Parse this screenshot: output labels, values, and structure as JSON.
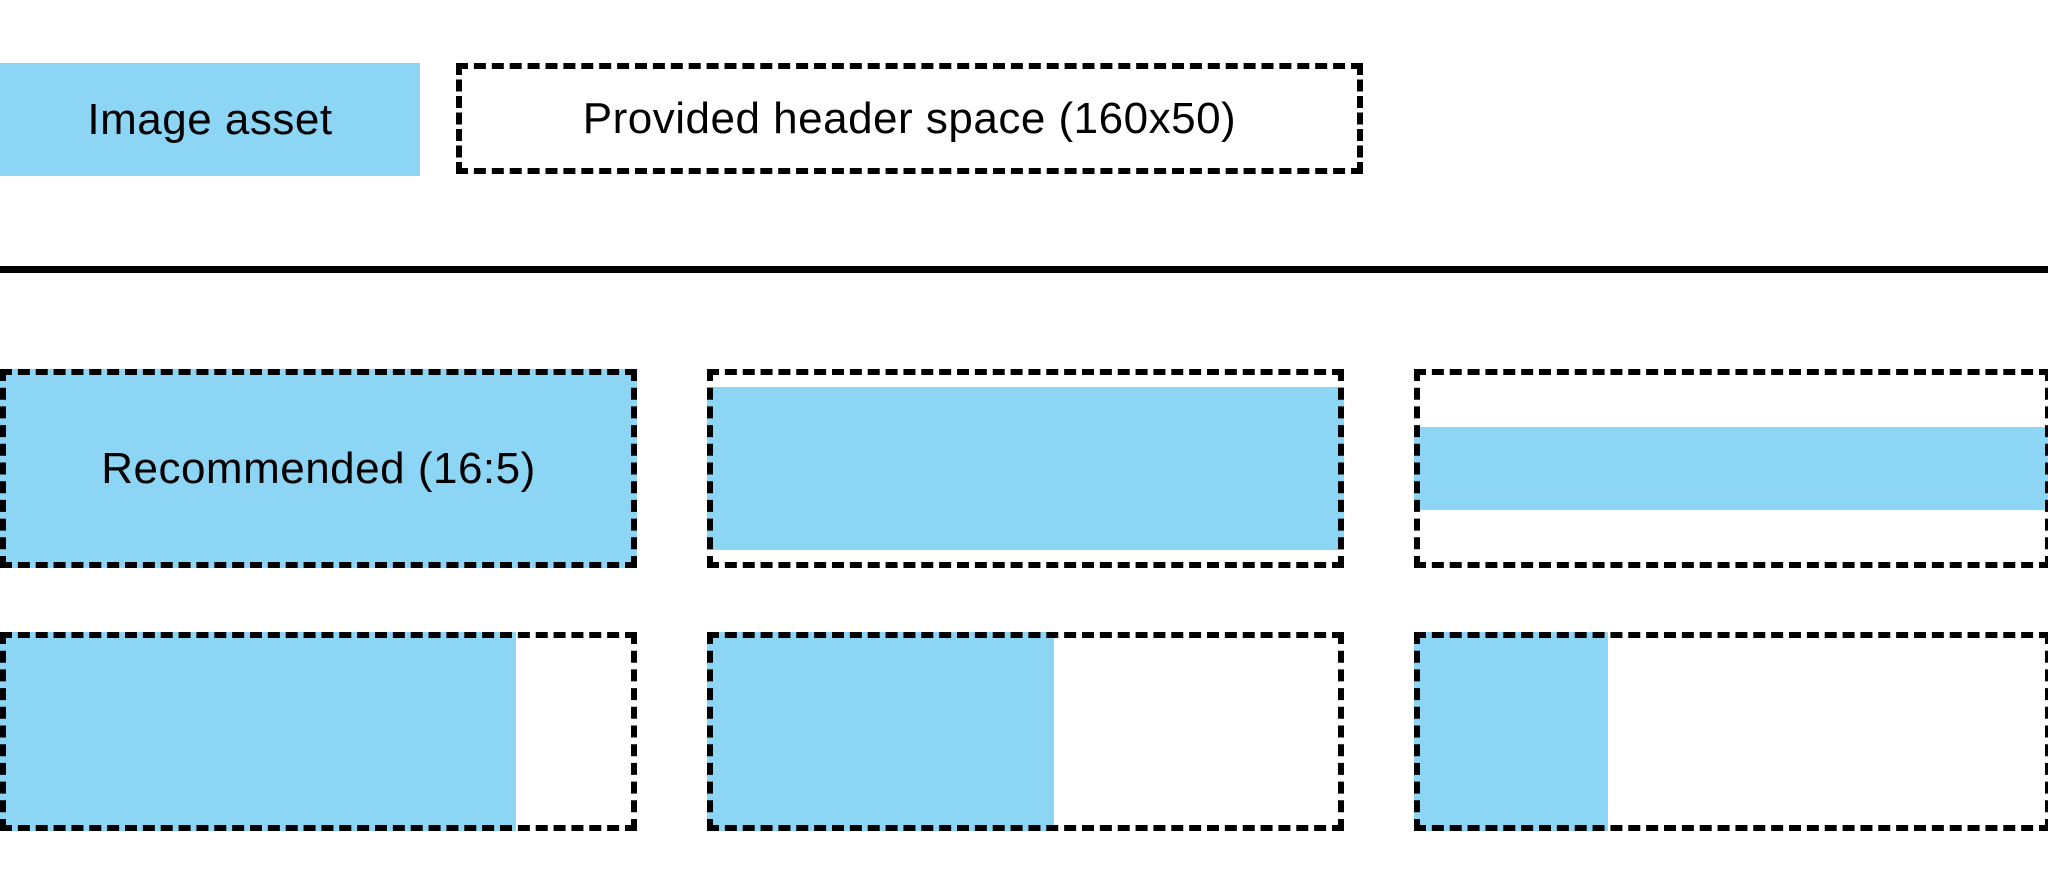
{
  "colors": {
    "asset_blue": "#8DD5F5",
    "line_black": "#000000"
  },
  "legend": {
    "asset_label": "Image asset",
    "header_space_label": "Provided header space (160x50)"
  },
  "examples": [
    {
      "name": "recommended-16-5",
      "label": "Recommended (16:5)",
      "fill": {
        "width_pct": 100,
        "height_pct": 100,
        "h_align": "left",
        "v_align": "middle"
      }
    },
    {
      "name": "full-width-tall",
      "label": "",
      "fill": {
        "width_pct": 100,
        "height_pct": 82.4,
        "h_align": "left",
        "v_align": "middle"
      }
    },
    {
      "name": "full-width-short",
      "label": "",
      "fill": {
        "width_pct": 100,
        "height_pct": 42.2,
        "h_align": "left",
        "v_align": "middle"
      }
    },
    {
      "name": "full-height-wide",
      "label": "",
      "fill": {
        "width_pct": 81,
        "height_pct": 100,
        "h_align": "left",
        "v_align": "top"
      }
    },
    {
      "name": "full-height-medium",
      "label": "",
      "fill": {
        "width_pct": 54.5,
        "height_pct": 100,
        "h_align": "left",
        "v_align": "top"
      }
    },
    {
      "name": "full-height-narrow",
      "label": "",
      "fill": {
        "width_pct": 30.5,
        "height_pct": 100,
        "h_align": "left",
        "v_align": "top"
      }
    }
  ]
}
